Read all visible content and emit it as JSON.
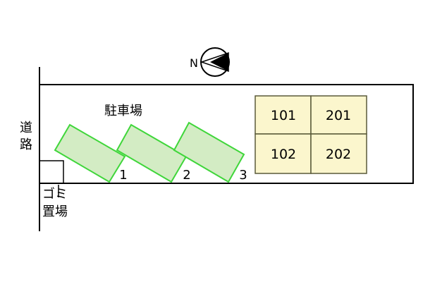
{
  "compass": {
    "north_label": "N"
  },
  "road": {
    "label_line1": "道",
    "label_line2": "路"
  },
  "parking": {
    "title": "駐車場",
    "spaces": [
      {
        "number": "1"
      },
      {
        "number": "2"
      },
      {
        "number": "3"
      }
    ]
  },
  "garbage": {
    "label_line1": "ゴミ",
    "label_line2": "置場"
  },
  "building": {
    "units": [
      {
        "number": "101"
      },
      {
        "number": "201"
      },
      {
        "number": "102"
      },
      {
        "number": "202"
      }
    ]
  },
  "colors": {
    "parking_fill": "#d3ecc4",
    "parking_stroke": "#3fd63a",
    "building_fill": "#fbf6cd",
    "building_stroke": "#5a5a3a",
    "lot_stroke": "#000000"
  }
}
